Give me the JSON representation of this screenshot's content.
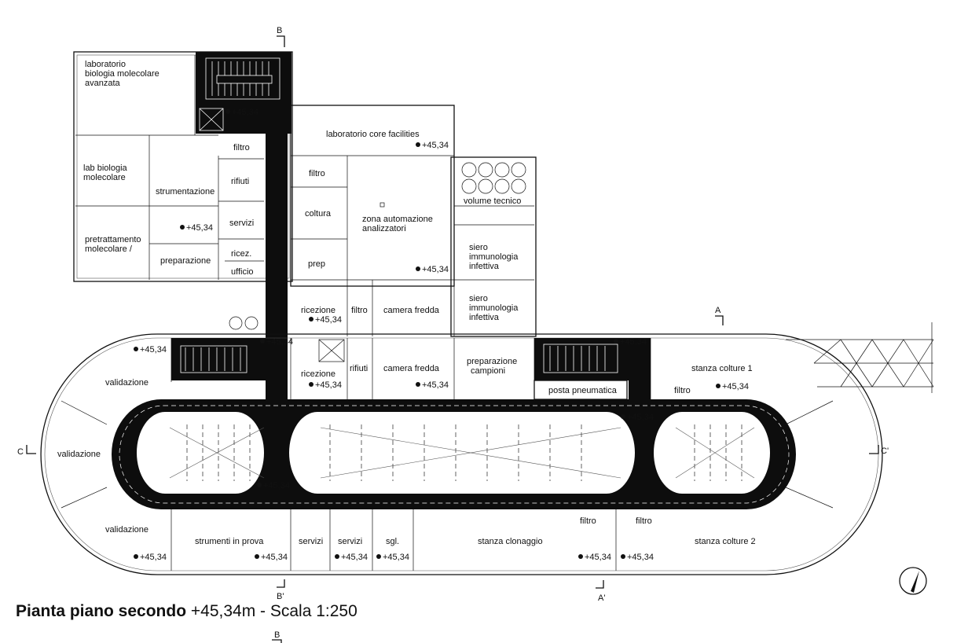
{
  "caption": {
    "title": "Pianta piano secondo",
    "detail": "+45,34m - Scala 1:250"
  },
  "section_marks": {
    "b_top": "B",
    "b_prime": "B'",
    "b_bottom": "B",
    "a": "A",
    "a_prime": "A'",
    "c": "C",
    "c_prime": "C'"
  },
  "rooms": {
    "lab_bio_mol_avanzata": [
      "laboratorio",
      "biologia molecolare",
      "avanzata"
    ],
    "lab_bio_mol": [
      "lab biologia",
      "molecolare"
    ],
    "pretrattamento": [
      "pretrattamento",
      "molecolare /"
    ],
    "strumentazione": "strumentazione",
    "preparazione": "preparazione",
    "filtro_1": "filtro",
    "rifiuti_1": "rifiuti",
    "servizi_1": "servizi",
    "ricez": "ricez.",
    "ufficio": "ufficio",
    "core_facilities": "laboratorio core facilities",
    "filtro_2": "filtro",
    "coltura": "coltura",
    "prep": "prep",
    "zona_automazione": [
      "zona automazione",
      "analizzatori"
    ],
    "volume_tecnico": "volume tecnico",
    "siero_1": [
      "siero",
      "immunologia",
      "infettiva"
    ],
    "siero_2": [
      "siero",
      "immunologia",
      "infettiva"
    ],
    "ricezione_1": "ricezione",
    "filtro_3": "filtro",
    "camera_fredda_1": "camera fredda",
    "ricezione_2": "ricezione",
    "rifiuti_2": "rifiuti",
    "camera_fredda_2": "camera fredda",
    "preparazione_campioni": [
      "preparazione",
      "campioni"
    ],
    "posta_pneumatica": "posta pneumatica",
    "stanza_colture_1": "stanza colture 1",
    "filtro_4": "filtro",
    "validazione_1": "validazione",
    "validazione_2": "validazione",
    "validazione_3": "validazione",
    "strumenti_in_prova": "strumenti in prova",
    "servizi_2": "servizi",
    "servizi_3": "servizi",
    "sgl": "sgl.",
    "stanza_clonaggio": "stanza clonaggio",
    "filtro_5": "filtro",
    "filtro_6": "filtro",
    "stanza_colture_2": "stanza colture 2"
  },
  "elevation_label": "+45,34"
}
